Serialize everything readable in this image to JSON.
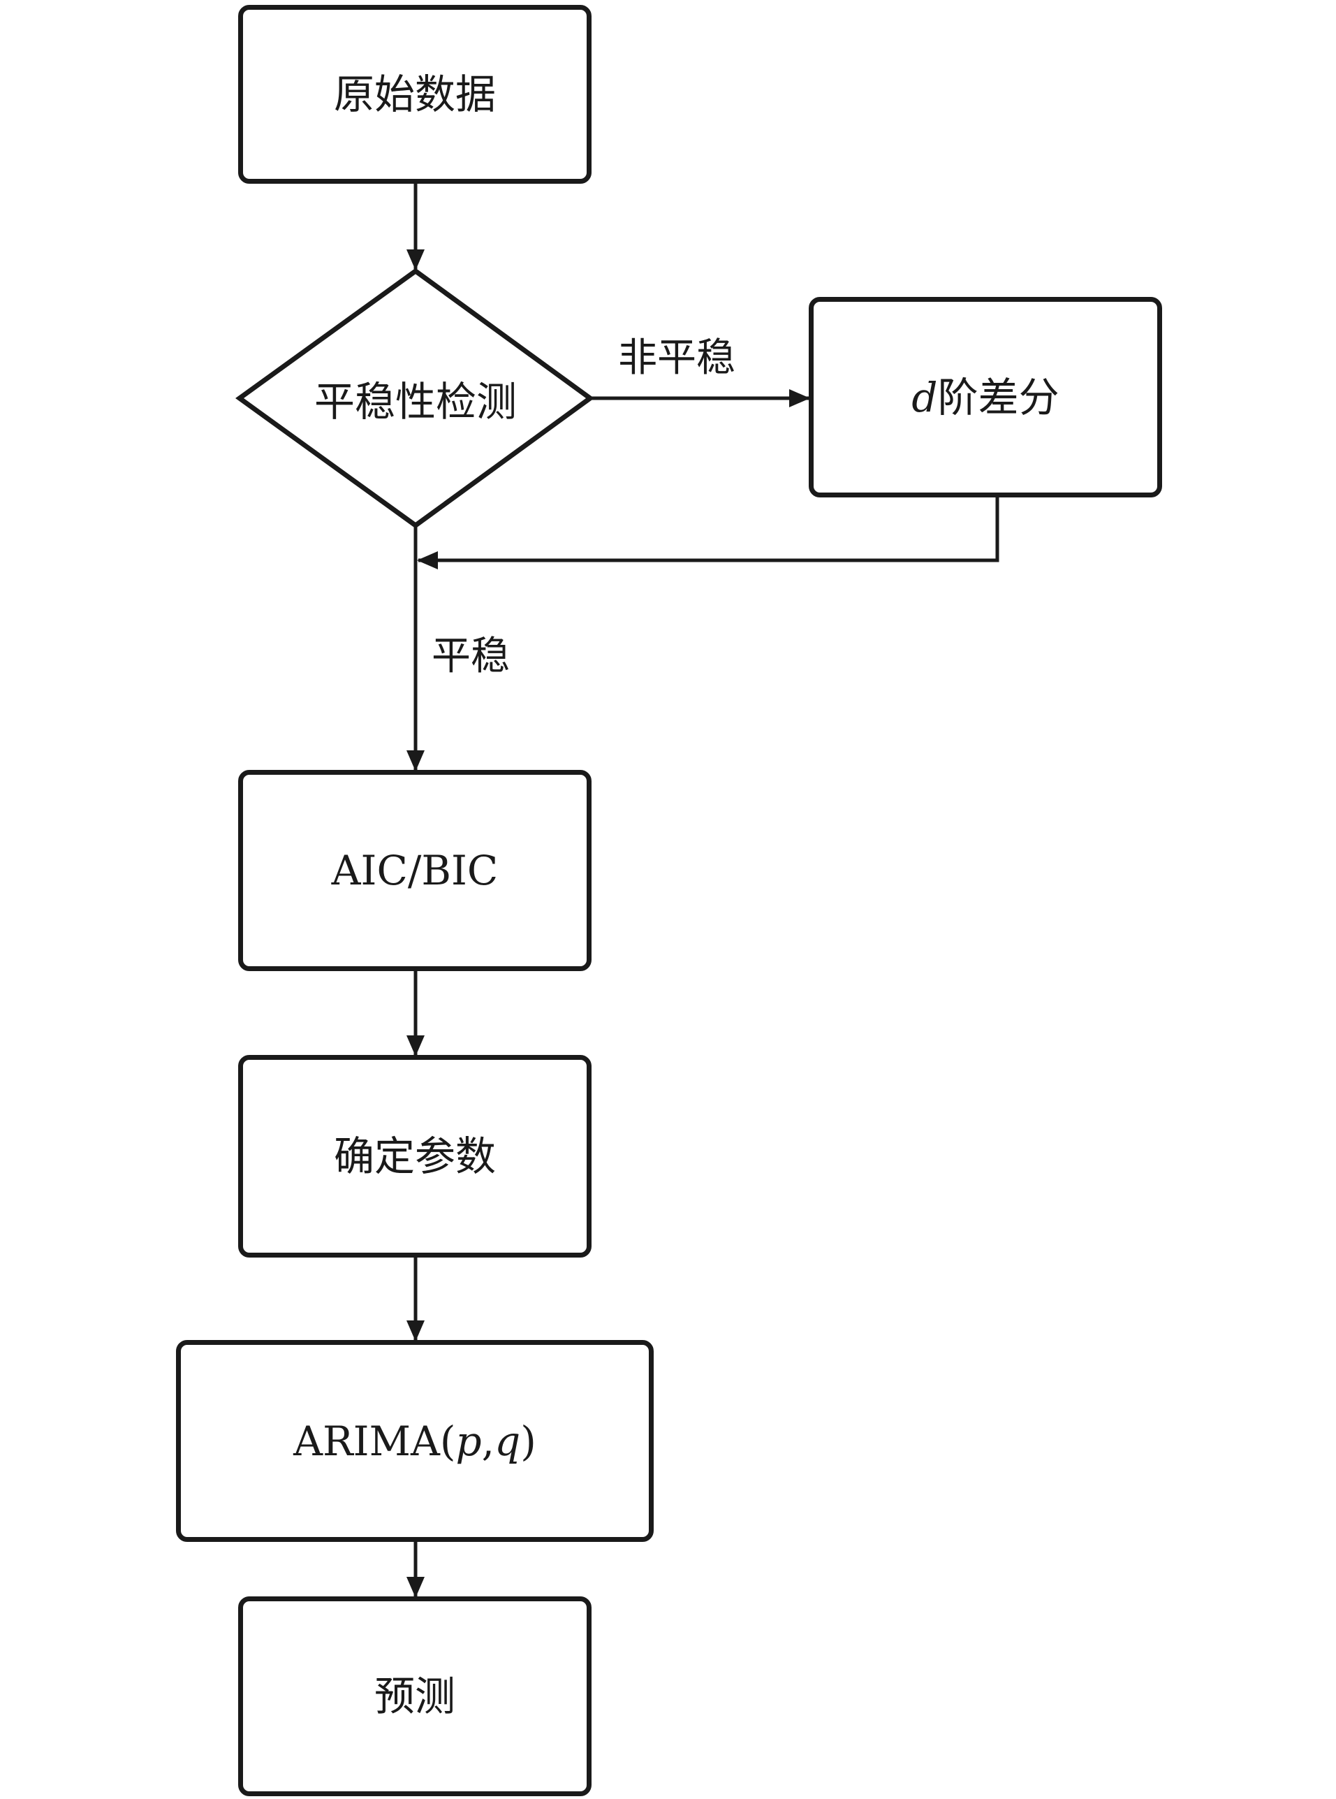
{
  "nodes": {
    "raw_data": {
      "label": "原始数据"
    },
    "stationarity_test": {
      "label": "平稳性检测"
    },
    "differencing": {
      "label_var": "d",
      "label_rest": "阶差分"
    },
    "aic_bic": {
      "label": "AIC/BIC"
    },
    "determine_params": {
      "label": "确定参数"
    },
    "arima": {
      "label_prefix": "ARIMA(",
      "label_p": "p",
      "label_sep": ",",
      "label_q": "q",
      "label_suffix": ")"
    },
    "forecast": {
      "label": "预测"
    }
  },
  "edges": {
    "non_stationary": {
      "label": "非平稳"
    },
    "stationary": {
      "label": "平稳"
    }
  },
  "colors": {
    "stroke": "#1a1a1a",
    "background": "#ffffff"
  }
}
